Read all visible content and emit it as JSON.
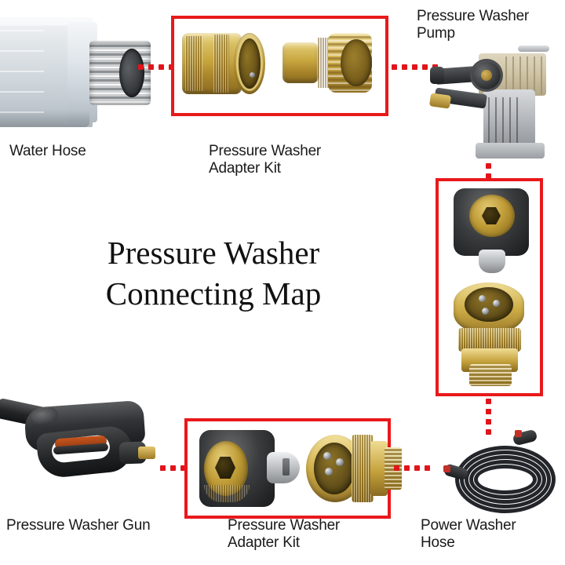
{
  "title": "Pressure Washer\nConnecting Map",
  "theme": {
    "accent_red": "#e8191b",
    "dot_red": "#e0141a",
    "text": "#1a1a1a",
    "background": "#ffffff"
  },
  "labels": {
    "water_hose": "Water Hose",
    "adapter_kit_top": "Pressure Washer\nAdapter Kit",
    "pump": "Pressure Washer\nPump",
    "gun": "Pressure Washer Gun",
    "adapter_kit_bottom": "Pressure Washer\nAdapter Kit",
    "power_hose": "Power Washer\nHose"
  },
  "components": [
    {
      "id": "water-hose",
      "name": "Water Hose",
      "highlighted": false
    },
    {
      "id": "adapter-kit-top",
      "name": "Pressure Washer Adapter Kit",
      "highlighted": true
    },
    {
      "id": "pressure-washer-pump",
      "name": "Pressure Washer Pump",
      "highlighted": false
    },
    {
      "id": "adapter-kit-right",
      "name": "Pressure Washer Adapter Kit",
      "highlighted": true
    },
    {
      "id": "power-washer-hose",
      "name": "Power Washer Hose",
      "highlighted": false
    },
    {
      "id": "adapter-kit-bottom",
      "name": "Pressure Washer Adapter Kit",
      "highlighted": true
    },
    {
      "id": "pressure-washer-gun",
      "name": "Pressure Washer Gun",
      "highlighted": false
    }
  ],
  "connections": [
    {
      "from": "water-hose",
      "to": "adapter-kit-top",
      "style": "dotted-red",
      "orientation": "horizontal"
    },
    {
      "from": "adapter-kit-top",
      "to": "pressure-washer-pump",
      "style": "dotted-red",
      "orientation": "horizontal"
    },
    {
      "from": "pressure-washer-pump",
      "to": "adapter-kit-right",
      "style": "dotted-red",
      "orientation": "vertical"
    },
    {
      "from": "adapter-kit-right",
      "to": "power-washer-hose",
      "style": "dotted-red",
      "orientation": "vertical"
    },
    {
      "from": "power-washer-hose",
      "to": "adapter-kit-bottom",
      "style": "dotted-red",
      "orientation": "horizontal"
    },
    {
      "from": "adapter-kit-bottom",
      "to": "pressure-washer-gun",
      "style": "dotted-red",
      "orientation": "horizontal"
    }
  ]
}
